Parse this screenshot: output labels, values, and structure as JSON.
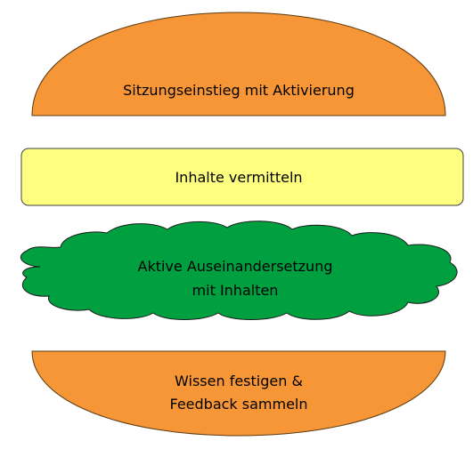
{
  "layers": {
    "top_bun": {
      "label": "Sitzungseinstieg mit Aktivierung",
      "fill": "#F79637",
      "stroke": "#5A3A10"
    },
    "cheese": {
      "label": "Inhalte vermitteln",
      "fill": "#FFFF80",
      "stroke": "#404040"
    },
    "lettuce": {
      "label_line_1": "Aktive Auseinandersetzung",
      "label_line_2": "mit Inhalten",
      "fill": "#00A040",
      "stroke": "#1A1A1A"
    },
    "bottom_bun": {
      "label_line_1": "Wissen festigen &",
      "label_line_2": "Feedback sammeln",
      "fill": "#F79637",
      "stroke": "#5A3A10"
    }
  }
}
